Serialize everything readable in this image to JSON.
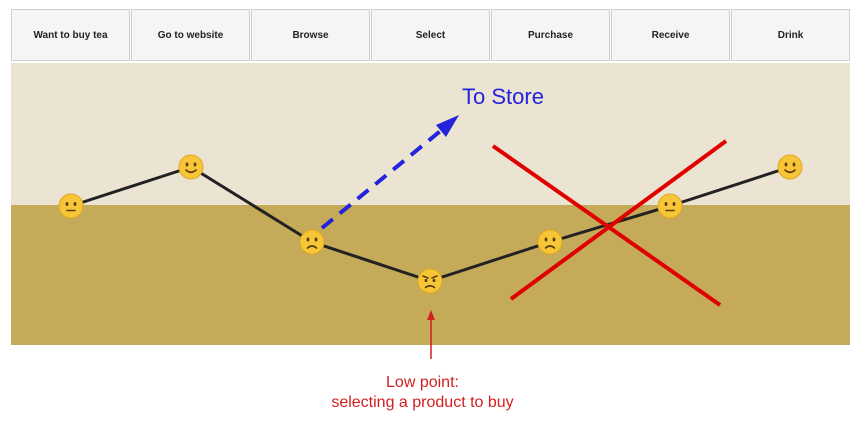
{
  "stages": [
    {
      "label": "Want to buy tea",
      "mood": "neutral"
    },
    {
      "label": "Go to website",
      "mood": "happy"
    },
    {
      "label": "Browse",
      "mood": "sad"
    },
    {
      "label": "Select",
      "mood": "angry"
    },
    {
      "label": "Purchase",
      "mood": "sad"
    },
    {
      "label": "Receive",
      "mood": "neutral"
    },
    {
      "label": "Drink",
      "mood": "happy"
    }
  ],
  "annotations": {
    "store": "To Store",
    "low_point_line1": "Low point:",
    "low_point_line2": "selecting a product to buy"
  },
  "colors": {
    "top_band": "#ece4d3",
    "bottom_band": "#c4aa59",
    "journey_line": "#222222",
    "store_arrow": "#2323dc",
    "cross": "#e00000",
    "low_point": "#d21f1f",
    "face": "#f6c636"
  }
}
